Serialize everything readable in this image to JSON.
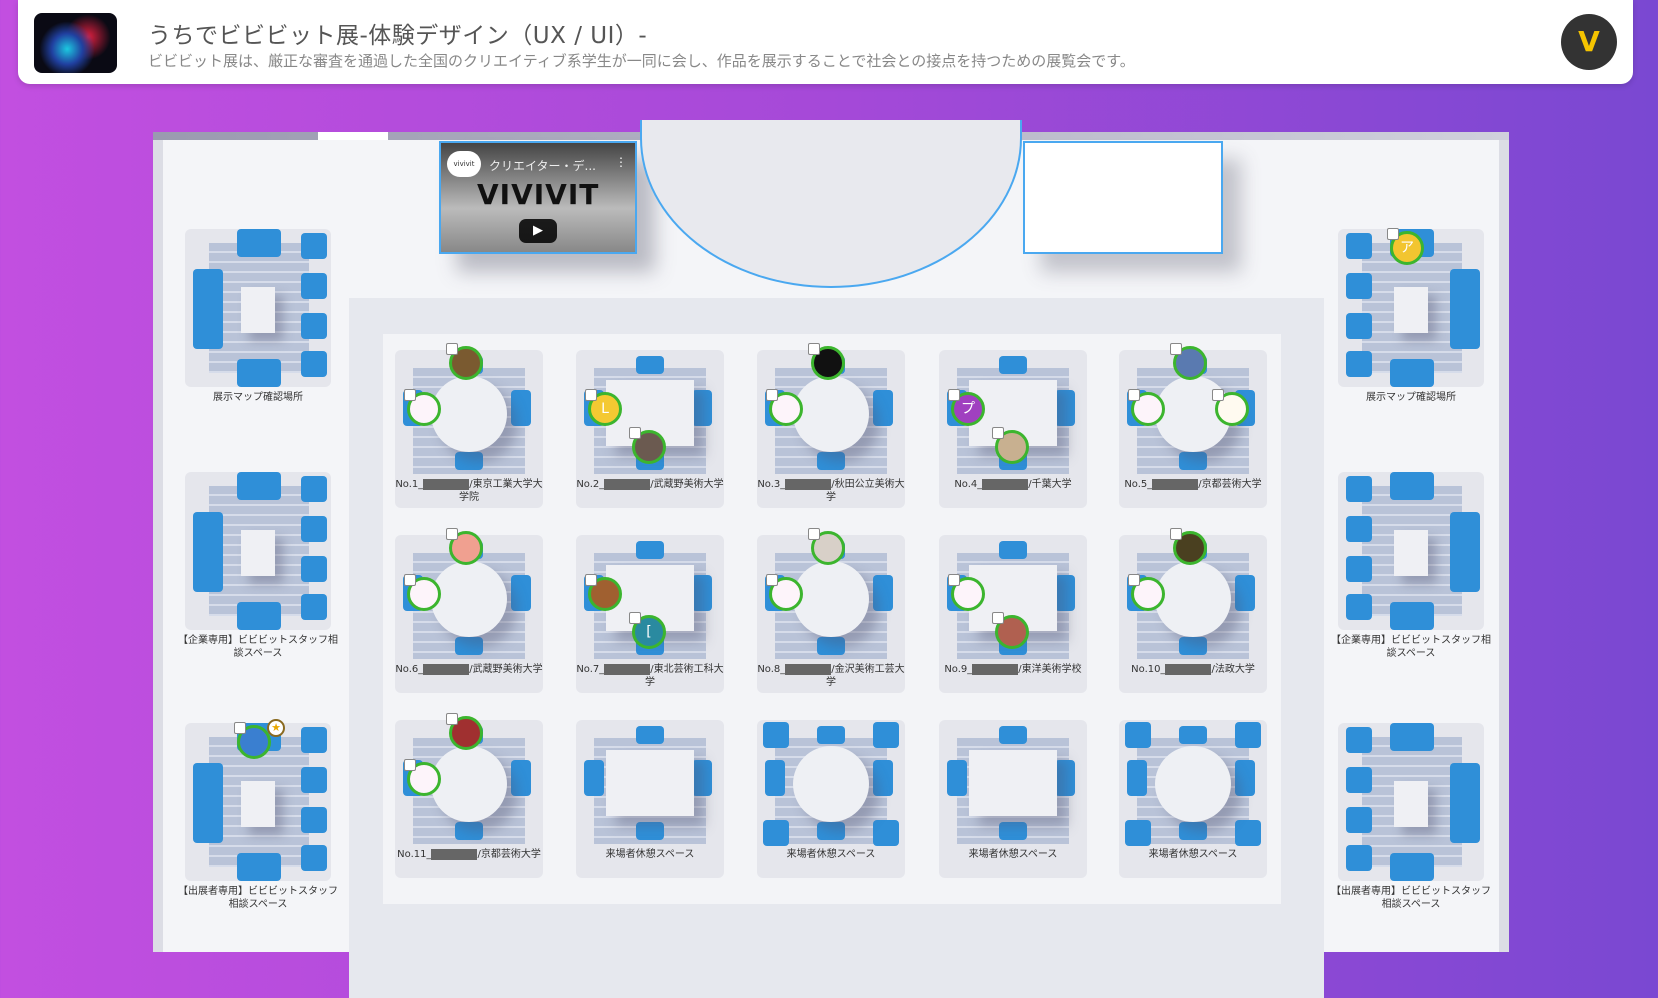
{
  "header": {
    "title": "うちでビビビット展-体験デザイン（UX / UI）-",
    "subtitle": "ビビビット展は、厳正な審査を通過した全国のクリエイティブ系学生が一同に会し、作品を展示することで社会との接点を持つための展覧会です。",
    "logo": "V"
  },
  "video": {
    "channel": "vivivit",
    "title": "クリエイター・デ...",
    "logo": "VIVIVIT",
    "menu": "⋮",
    "play": "▶"
  },
  "side_left": [
    {
      "label": "展示マップ確認場所",
      "avatar": null
    },
    {
      "label": "【企業専用】ビビビットスタッフ相談スペース",
      "avatar": null
    },
    {
      "label": "【出展者専用】ビビビットスタッフ相談スペース",
      "avatar": {
        "color": "#3a7fd0",
        "text": "",
        "star": "★"
      }
    }
  ],
  "side_right": [
    {
      "label": "展示マップ確認場所",
      "avatar": {
        "color": "#f2c530",
        "text": "ア",
        "star": null
      }
    },
    {
      "label": "【企業専用】ビビビットスタッフ相談スペース",
      "avatar": null
    },
    {
      "label": "【出展者専用】ビビビットスタッフ相談スペース",
      "avatar": null
    }
  ],
  "booths": [
    {
      "no": "No.1_",
      "school": "/東京工業大学大学院",
      "table": "round",
      "avatars": [
        {
          "pos": "top",
          "color": "#7a5a30",
          "text": ""
        },
        {
          "pos": "left",
          "color": "#fdf4fa",
          "text": ""
        }
      ]
    },
    {
      "no": "No.2_",
      "school": "/武蔵野美術大学",
      "table": "square",
      "avatars": [
        {
          "pos": "left",
          "color": "#f4c932",
          "text": "L"
        },
        {
          "pos": "bottom",
          "color": "#6b5a50",
          "text": ""
        }
      ]
    },
    {
      "no": "No.3_",
      "school": "/秋田公立美術大学",
      "table": "round",
      "avatars": [
        {
          "pos": "top",
          "color": "#111111",
          "text": ""
        },
        {
          "pos": "left",
          "color": "#fdf4fa",
          "text": ""
        }
      ]
    },
    {
      "no": "No.4_",
      "school": "/千葉大学",
      "table": "square",
      "avatars": [
        {
          "pos": "left",
          "color": "#a040c0",
          "text": "プ"
        },
        {
          "pos": "bottom",
          "color": "#c8b090",
          "text": ""
        }
      ]
    },
    {
      "no": "No.5_",
      "school": "/京都芸術大学",
      "table": "round",
      "avatars": [
        {
          "pos": "top",
          "color": "#5a7ab0",
          "text": ""
        },
        {
          "pos": "left",
          "color": "#fdf4fa",
          "text": ""
        },
        {
          "pos": "right",
          "color": "#fffaf0",
          "text": ""
        }
      ]
    },
    {
      "no": "No.6_",
      "school": "/武蔵野美術大学",
      "table": "round",
      "avatars": [
        {
          "pos": "top",
          "color": "#f0a090",
          "text": ""
        },
        {
          "pos": "left",
          "color": "#fdf4fa",
          "text": ""
        }
      ]
    },
    {
      "no": "No.7_",
      "school": "/東北芸術工科大学",
      "table": "square",
      "avatars": [
        {
          "pos": "left",
          "color": "#a06030",
          "text": ""
        },
        {
          "pos": "bottom",
          "color": "#2a8aa0",
          "text": "["
        }
      ]
    },
    {
      "no": "No.8_",
      "school": "/金沢美術工芸大学",
      "table": "round",
      "avatars": [
        {
          "pos": "top",
          "color": "#d8d0c8",
          "text": ""
        },
        {
          "pos": "left",
          "color": "#fdf4fa",
          "text": ""
        }
      ]
    },
    {
      "no": "No.9_",
      "school": "/東洋美術学校",
      "table": "square",
      "avatars": [
        {
          "pos": "left",
          "color": "#fdf4fa",
          "text": ""
        },
        {
          "pos": "bottom",
          "color": "#b06050",
          "text": ""
        }
      ]
    },
    {
      "no": "No.10_",
      "school": "/法政大学",
      "table": "round",
      "avatars": [
        {
          "pos": "top",
          "color": "#4a4020",
          "text": ""
        },
        {
          "pos": "left",
          "color": "#fdf4fa",
          "text": ""
        }
      ]
    },
    {
      "no": "No.11_",
      "school": "/京都芸術大学",
      "table": "round",
      "avatars": [
        {
          "pos": "top",
          "color": "#a03030",
          "text": ""
        },
        {
          "pos": "left",
          "color": "#fdf4fa",
          "text": ""
        }
      ]
    },
    {
      "no": "",
      "school": "来場者休憩スペース",
      "table": "square",
      "avatars": []
    },
    {
      "no": "",
      "school": "来場者休憩スペース",
      "table": "round",
      "avatars": []
    },
    {
      "no": "",
      "school": "来場者休憩スペース",
      "table": "square",
      "avatars": []
    },
    {
      "no": "",
      "school": "来場者休憩スペース",
      "table": "round",
      "avatars": []
    }
  ]
}
